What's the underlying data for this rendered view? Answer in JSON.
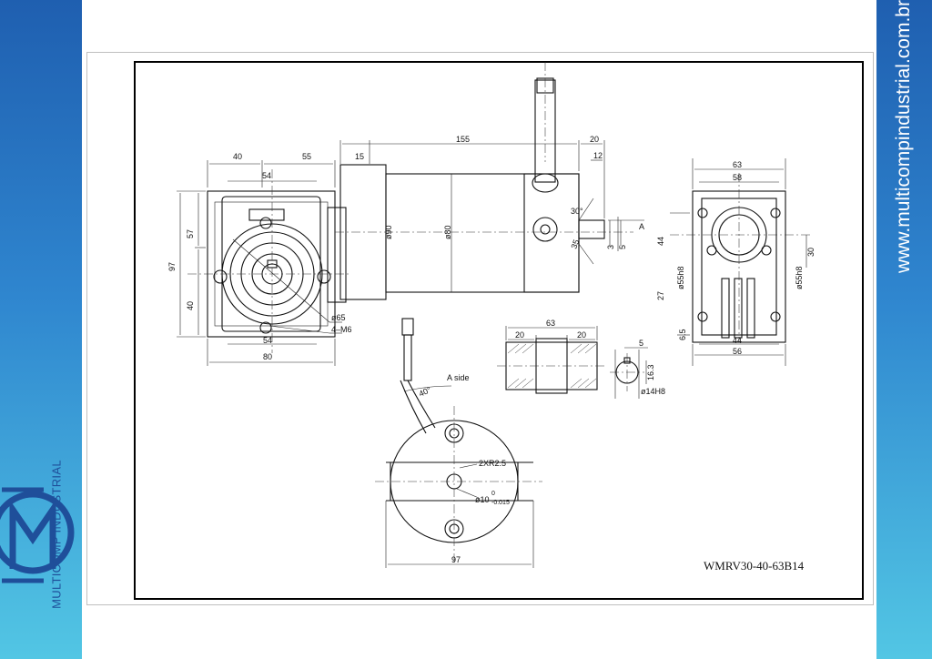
{
  "branding": {
    "website": "www.multicompindustrial.com.br",
    "company": "MULTICOMP INDUSTRIAL",
    "band_color_top": "#1f5fb0",
    "band_color_bottom": "#52c6e4"
  },
  "drawing": {
    "model": "WMRV30-40-63B14",
    "gearbox_front": {
      "d40": "40",
      "d55": "55",
      "d54_top": "54",
      "d57": "57",
      "d97": "97",
      "d40_low": "40",
      "d65": "ø65",
      "m6": "4–M6",
      "d54_bottom": "54",
      "d80": "80"
    },
    "motor_side": {
      "d15": "15",
      "d155": "155",
      "d20": "20",
      "d12": "12",
      "d90": "ø90",
      "d80": "ø80",
      "angle30": "30°",
      "d3": "3",
      "d5": "5",
      "a": "A",
      "d35": "35"
    },
    "gearbox_side": {
      "d63": "63",
      "d58": "58",
      "d44": "44",
      "d30": "30",
      "d55h8_left": "ø55h8",
      "d55h8_right": "ø55h8",
      "d27": "27",
      "d65": "6.5",
      "d44b": "44",
      "d56": "56"
    },
    "shaft": {
      "d63": "63",
      "d20_left": "20",
      "d20_right": "20"
    },
    "key": {
      "d5": "5",
      "d163": "16.3",
      "d14h8": "ø14H8"
    },
    "end_view": {
      "a_side": "A side",
      "angle40": "40°",
      "screws": "2XR2.5",
      "bore": "ø10",
      "tol_upper": "0",
      "tol_lower": "-0.015",
      "d97": "97"
    }
  }
}
